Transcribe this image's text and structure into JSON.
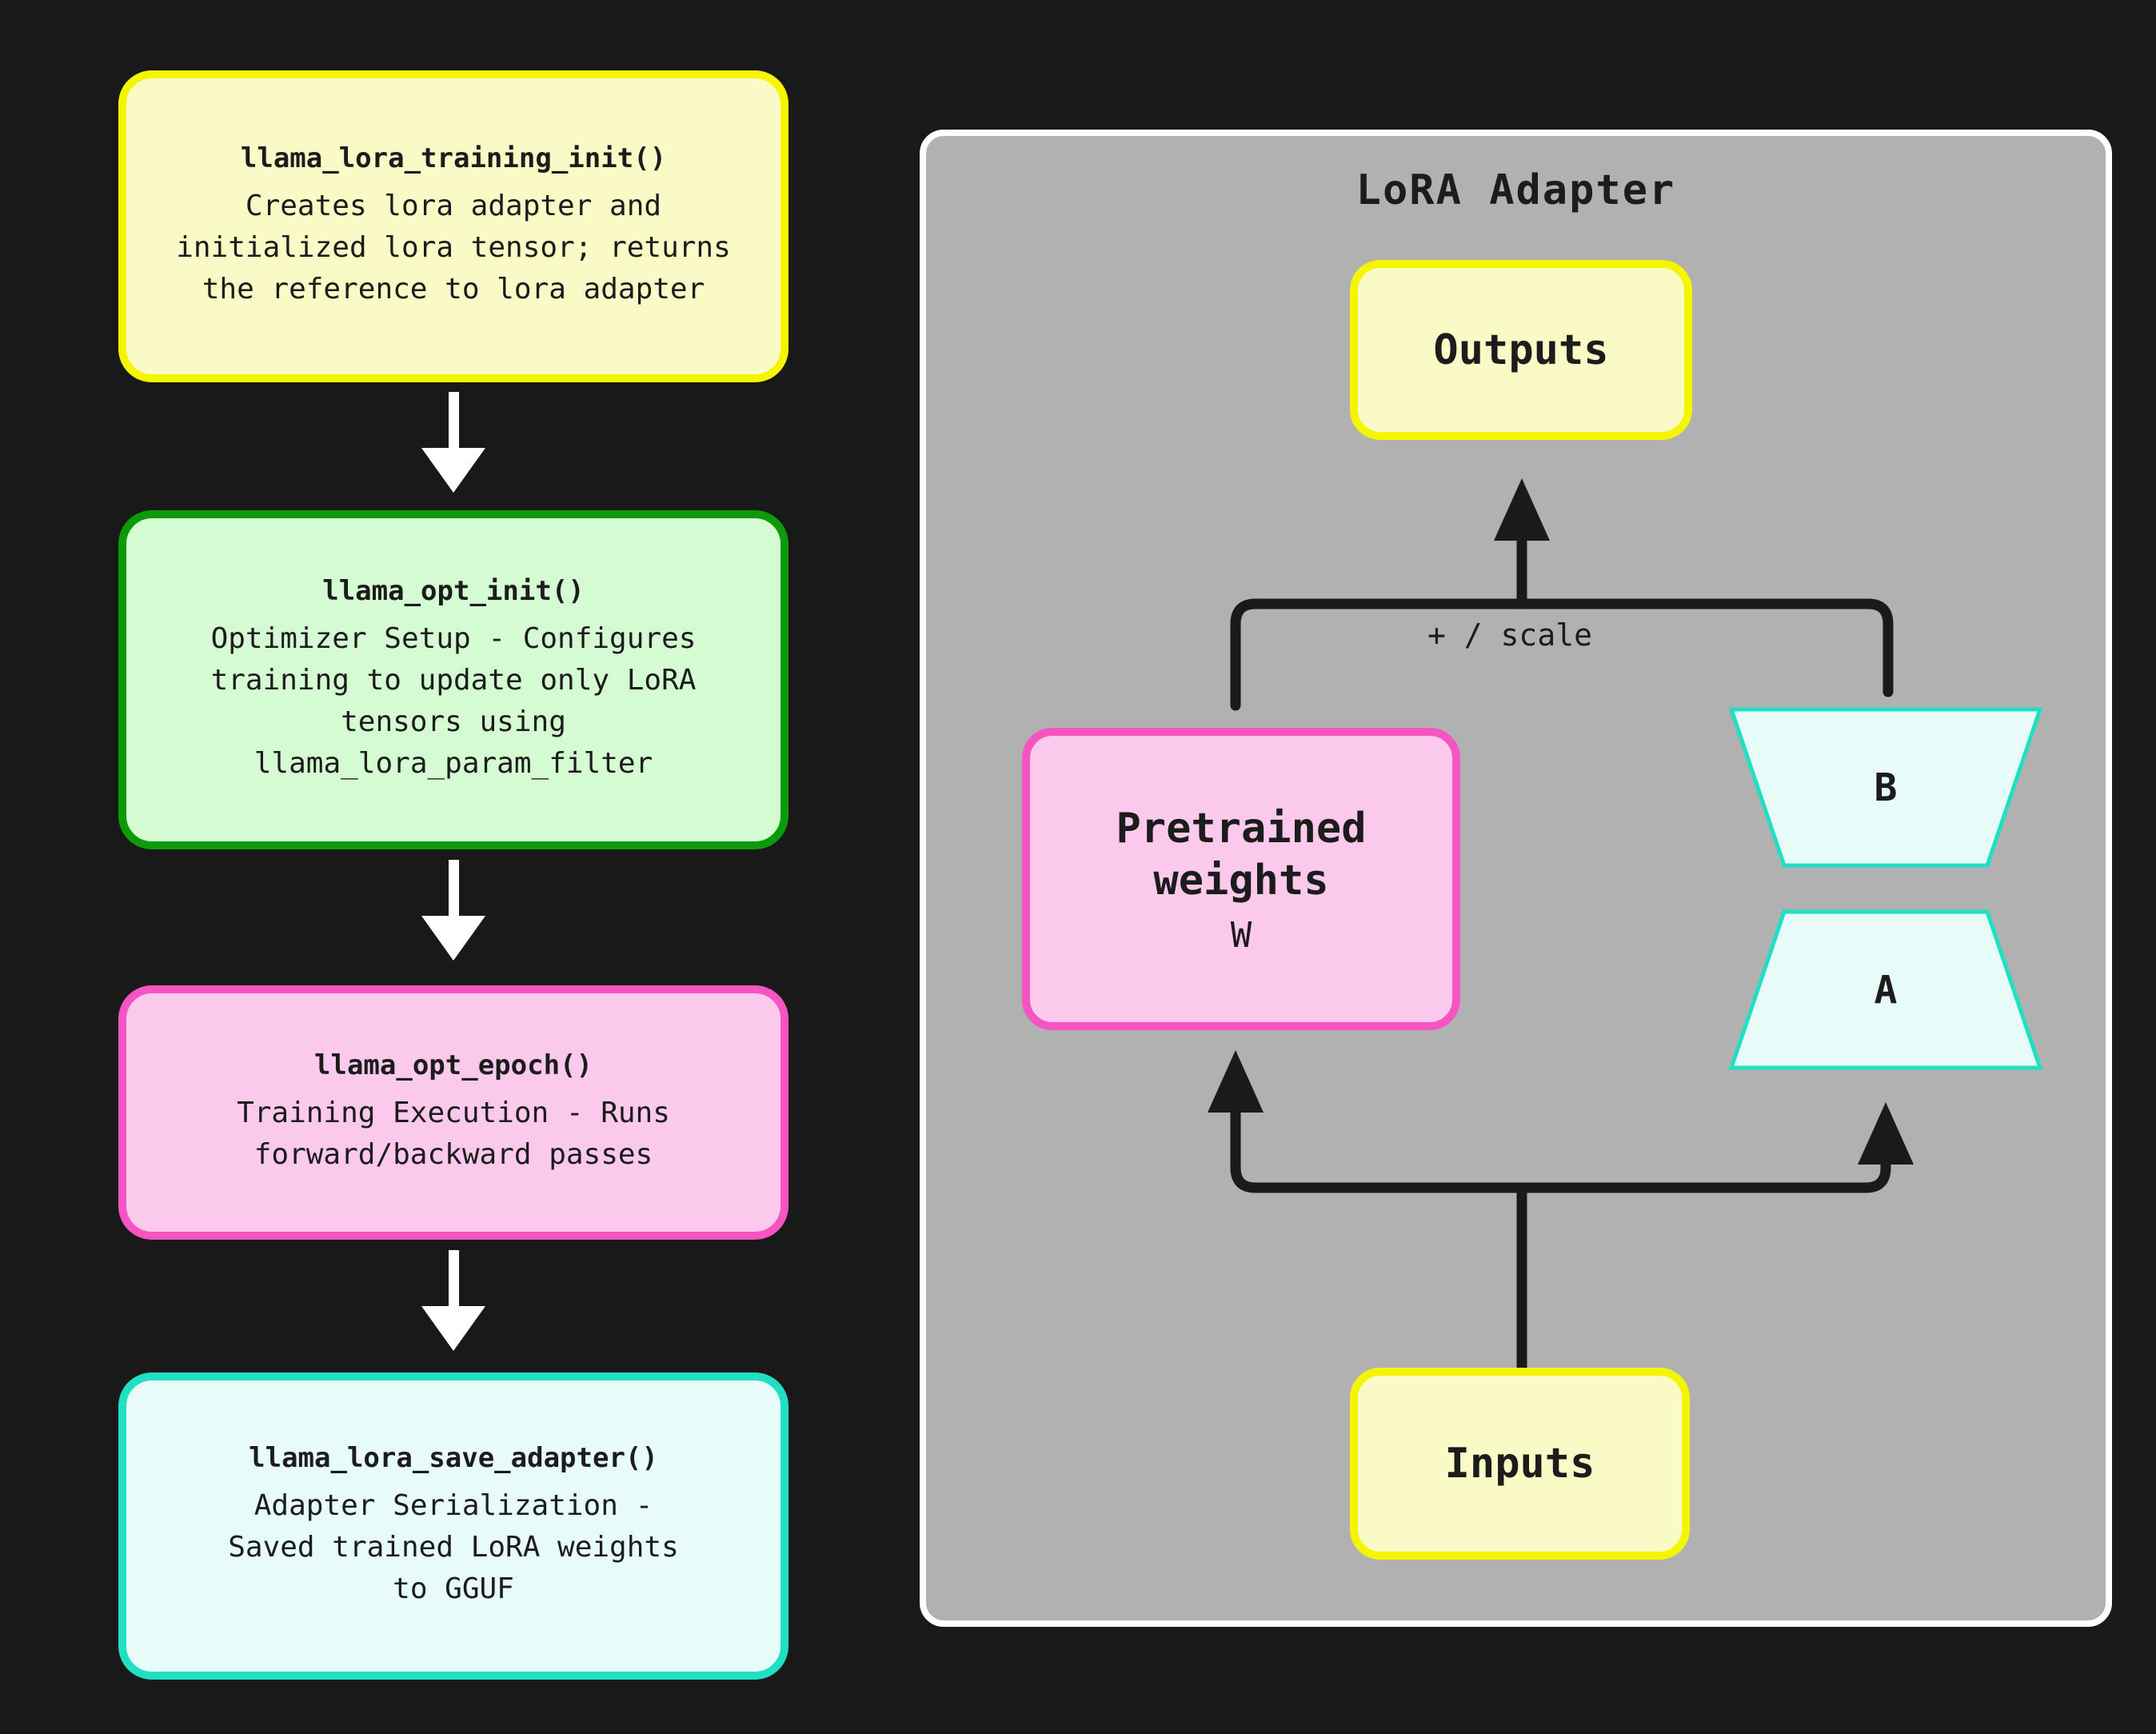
{
  "background_color": "#191919",
  "text_color": "#1c1c1c",
  "flow": {
    "arrow_color": "#ffffff",
    "boxes": [
      {
        "title": "llama_lora_training_init()",
        "body": "Creates lora adapter and\ninitialized lora tensor; returns\nthe reference to lora adapter",
        "border_color": "#f5f500",
        "fill_color": "#fafac6"
      },
      {
        "title": "llama_opt_init()",
        "body": "Optimizer Setup - Configures\ntraining to update only LoRA\ntensors using\nllama_lora_param_filter",
        "border_color": "#0a9a0a",
        "fill_color": "#d5fbd3"
      },
      {
        "title": "llama_opt_epoch()",
        "body": "Training Execution - Runs\nforward/backward passes",
        "border_color": "#f653c3",
        "fill_color": "#fac9ec"
      },
      {
        "title": "llama_lora_save_adapter()",
        "body": "Adapter Serialization -\nSaved trained LoRA weights\nto GGUF",
        "border_color": "#21dfc2",
        "fill_color": "#e7fcf9"
      }
    ]
  },
  "panel": {
    "title": "LoRA Adapter",
    "background_color": "#b1b1b1",
    "border_color": "#ffffff",
    "connector_color": "#1a1a1a",
    "scale_label": "+ / scale",
    "outputs": {
      "label": "Outputs",
      "border_color": "#f5f500",
      "fill_color": "#fafac6"
    },
    "inputs": {
      "label": "Inputs",
      "border_color": "#f5f500",
      "fill_color": "#fafac6"
    },
    "pretrained": {
      "title": "Pretrained\nweights",
      "sub": "W",
      "border_color": "#f653c3",
      "fill_color": "#fac9ec"
    },
    "lora_b": {
      "label": "B",
      "border_color": "#21dfc2",
      "fill_color": "#e7fcf9"
    },
    "lora_a": {
      "label": "A",
      "border_color": "#21dfc2",
      "fill_color": "#e7fcf9"
    }
  }
}
